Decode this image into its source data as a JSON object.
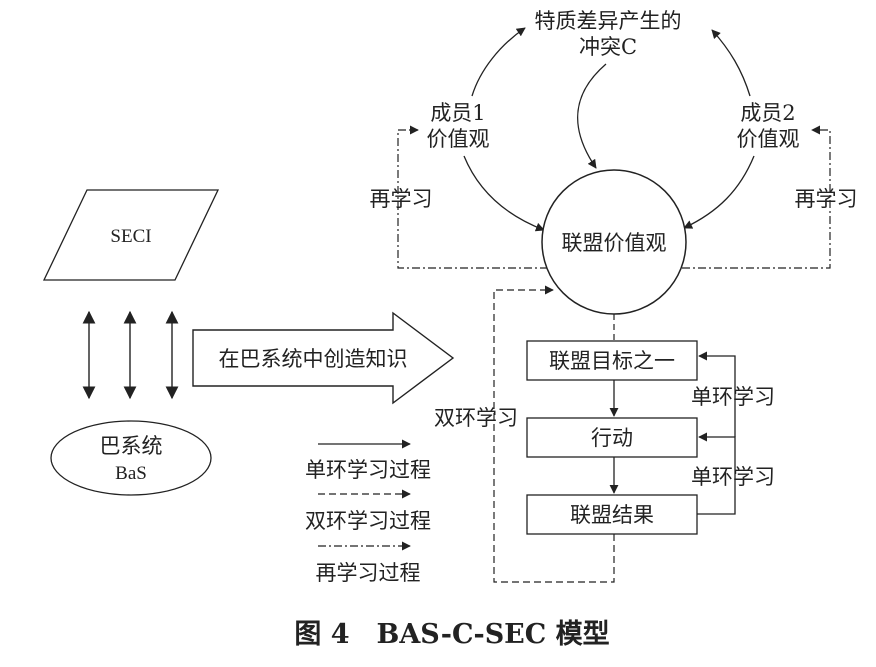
{
  "diagram": {
    "top_conflict": [
      "特质差异产生的",
      "冲突C"
    ],
    "member1": [
      "成员1",
      "价值观"
    ],
    "member2": [
      "成员2",
      "价值观"
    ],
    "relearn_left": "再学习",
    "relearn_right": "再学习",
    "alliance_values": "联盟价值观",
    "seci": "SECI",
    "ba_system": [
      "巴系统",
      "BaS"
    ],
    "big_arrow_label": "在巴系统中创造知识",
    "goal_box": "联盟目标之一",
    "action_box": "行动",
    "result_box": "联盟结果",
    "single_loop_1": "单环学习",
    "single_loop_2": "单环学习",
    "double_loop": "双环学习"
  },
  "legend": {
    "single_loop": "单环学习过程",
    "double_loop": "双环学习过程",
    "relearn": "再学习过程"
  },
  "caption": "图 4　BAS-C-SEC 模型"
}
